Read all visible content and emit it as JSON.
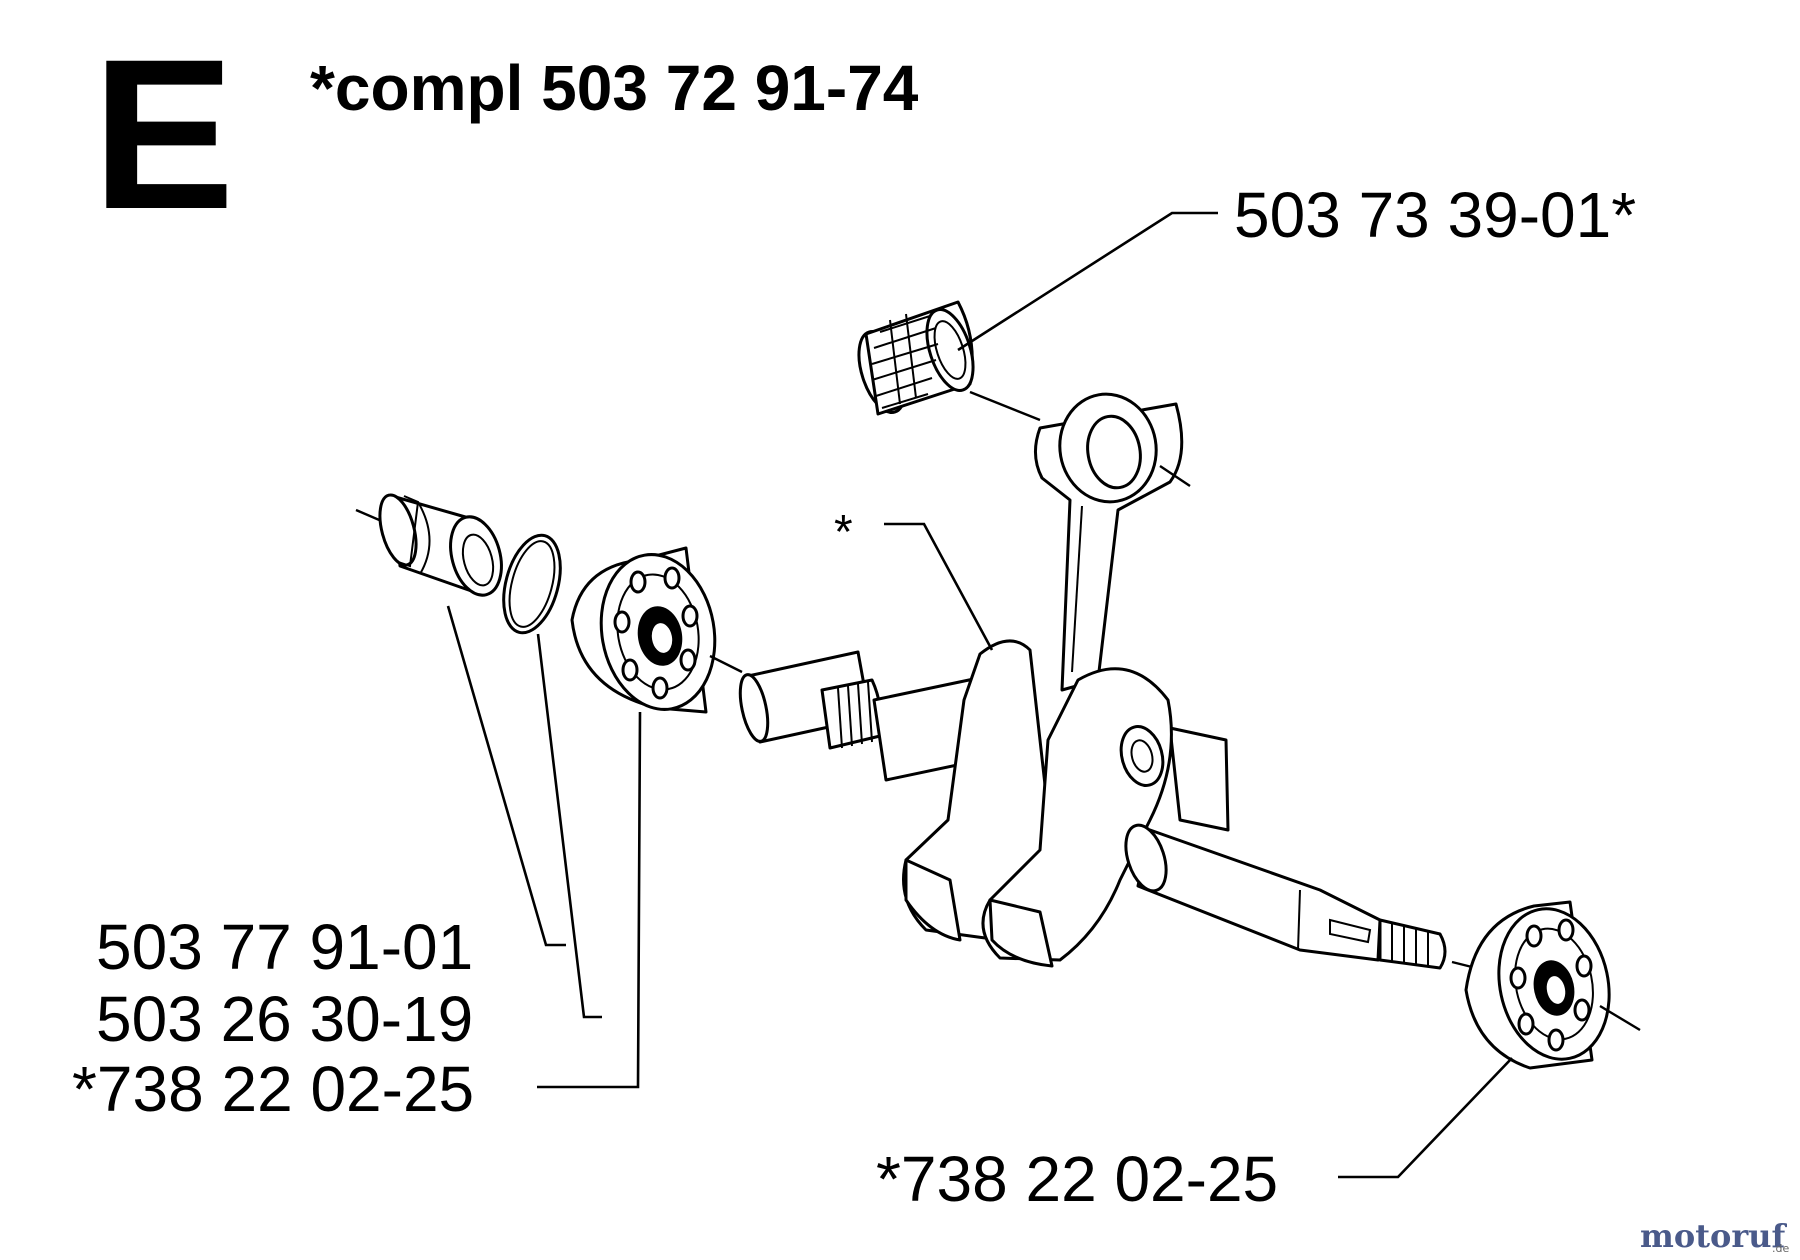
{
  "section": {
    "letter": "E",
    "kit_label": "*compl 503 72 91-74"
  },
  "parts": {
    "needle_bearing": "503 73 39-01*",
    "crankshaft_marker": "*",
    "bushing": "503 77 91-01",
    "o_ring": "503 26 30-19",
    "ball_bearing_left": "*738 22 02-25",
    "ball_bearing_right": "*738 22 02-25"
  },
  "watermark": {
    "brand": "motoruf",
    "tld": ".de"
  }
}
